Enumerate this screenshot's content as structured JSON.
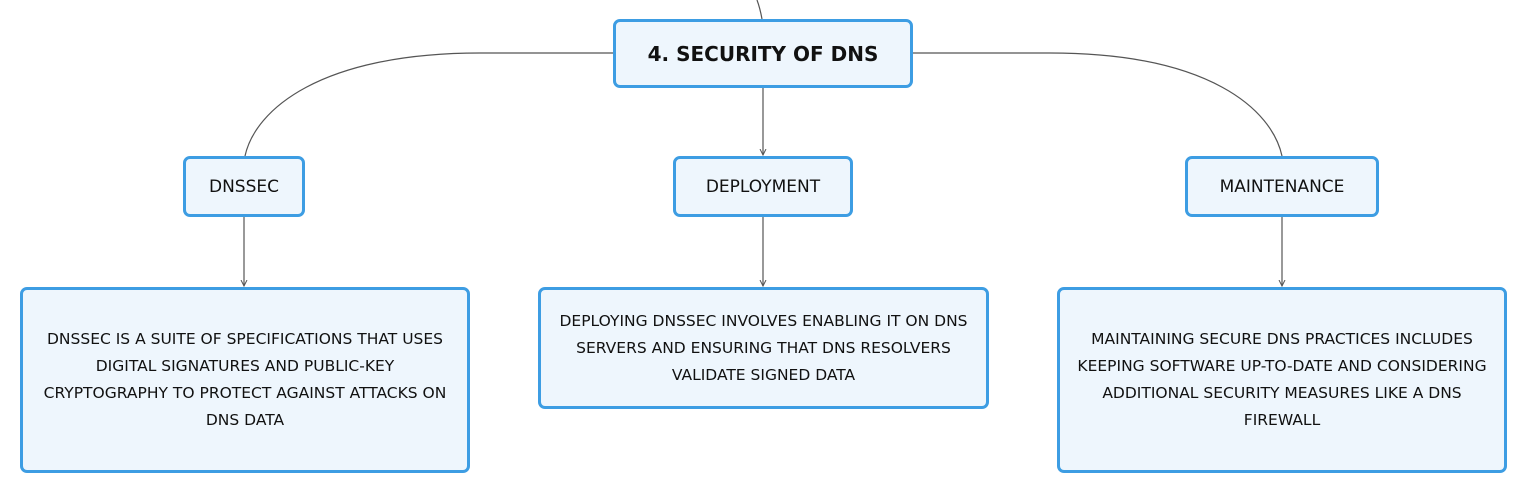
{
  "root": {
    "label": "4. SECURITY OF DNS"
  },
  "branches": [
    {
      "label": "DNSSEC",
      "detail": "DNSSEC IS A SUITE OF SPECIFICATIONS THAT USES DIGITAL SIGNATURES AND PUBLIC-KEY CRYPTOGRAPHY TO PROTECT AGAINST ATTACKS ON DNS DATA"
    },
    {
      "label": "DEPLOYMENT",
      "detail": "DEPLOYING DNSSEC INVOLVES ENABLING IT ON DNS SERVERS AND ENSURING THAT DNS RESOLVERS VALIDATE SIGNED DATA"
    },
    {
      "label": "MAINTENANCE",
      "detail": "MAINTAINING SECURE DNS PRACTICES INCLUDES KEEPING SOFTWARE UP-TO-DATE AND CONSIDERING ADDITIONAL SECURITY MEASURES LIKE A DNS FIREWALL"
    }
  ],
  "colors": {
    "node_border": "#3d9de3",
    "node_fill": "#eef6fd",
    "connector": "#555555",
    "text": "#111111"
  }
}
